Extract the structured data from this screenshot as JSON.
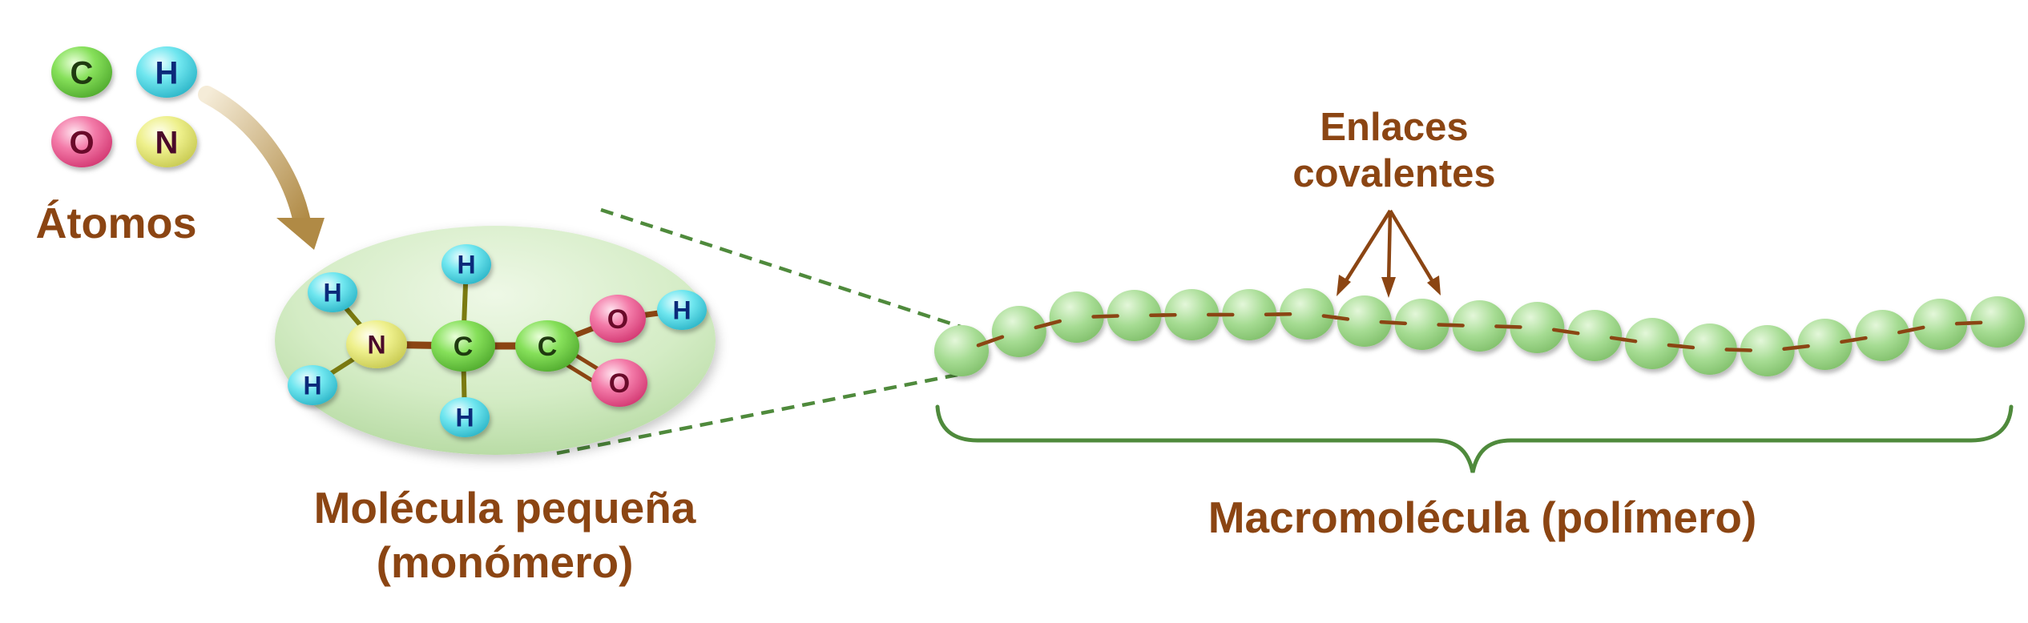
{
  "atoms_legend": {
    "title": "Átomos",
    "items": [
      {
        "symbol": "C",
        "color": "#7ed957"
      },
      {
        "symbol": "H",
        "color": "#6fe6ef"
      },
      {
        "symbol": "O",
        "color": "#f06fa0"
      },
      {
        "symbol": "N",
        "color": "#eef08c"
      }
    ]
  },
  "monomer": {
    "label_line1": "Molécula pequeña",
    "label_line2": "(monómero)",
    "atoms": {
      "n": "N",
      "c1": "C",
      "c2": "C",
      "h_top": "H",
      "h_bottom": "H",
      "h_n_top": "H",
      "h_n_bottom": "H",
      "o_hydroxyl": "O",
      "h_hydroxyl": "H",
      "o_double": "O"
    },
    "background_color": "#cfe9bf"
  },
  "polymer": {
    "label": "Macromolécula (polímero)",
    "bonds_label_line1": "Enlaces",
    "bonds_label_line2": "covalentes",
    "monomer_count": 19,
    "bead_color": "#a6dc93",
    "bond_color": "#8b4513",
    "brace_color": "#4f8a3c"
  },
  "colors": {
    "text": "#8b4513",
    "arrow": "#c9a86a",
    "zoom_lines": "#4f8a3c"
  }
}
